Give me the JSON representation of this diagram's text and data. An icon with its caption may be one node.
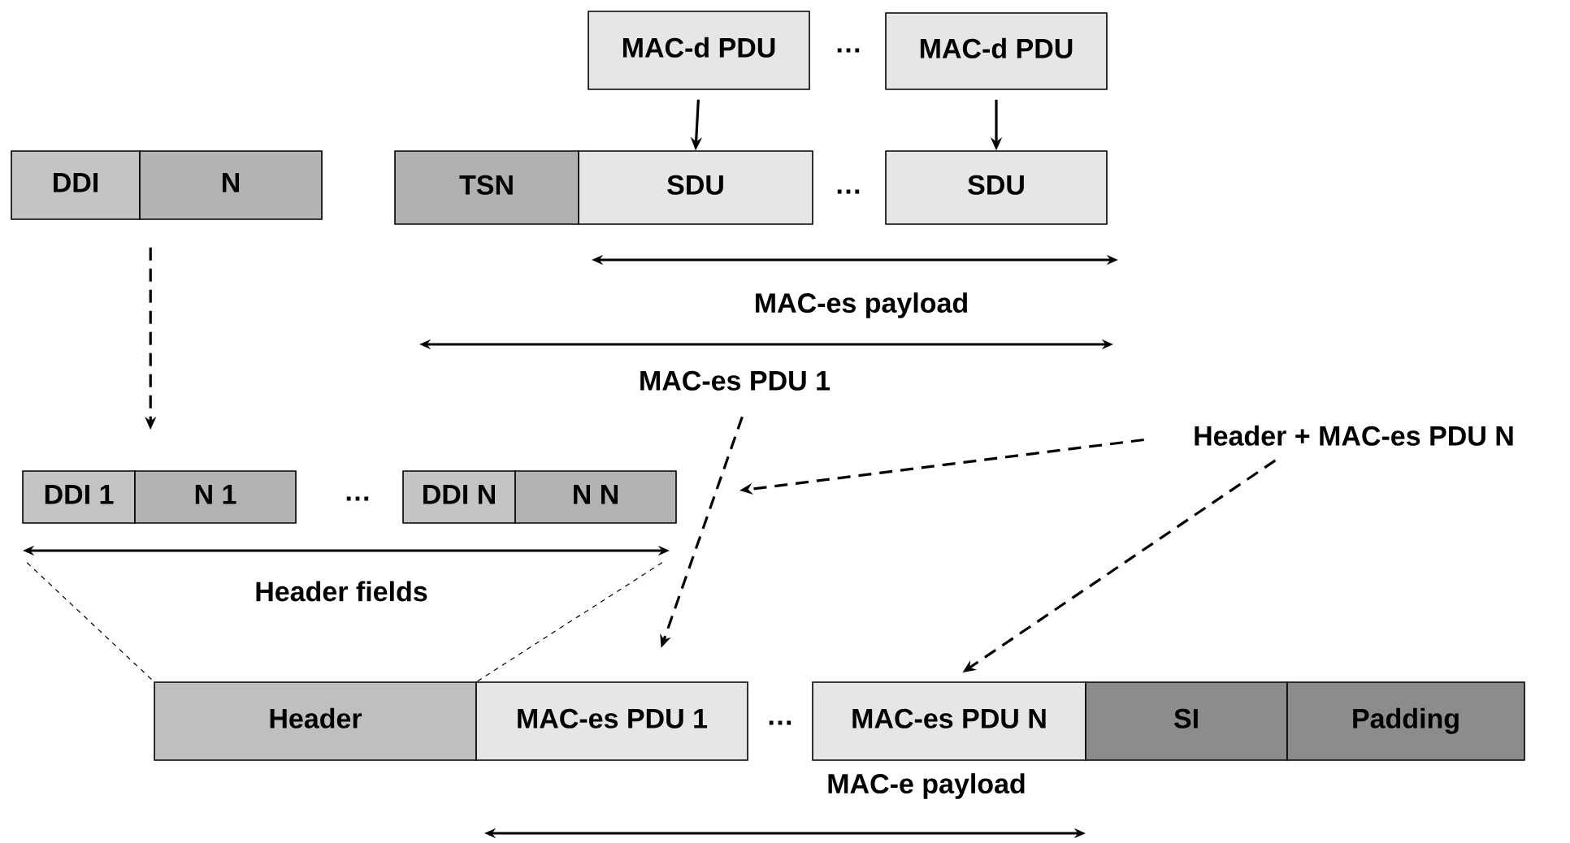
{
  "diagram": {
    "nodes": [
      {
        "text": [
          "MAC-d PDU"
        ]
      },
      {
        "text": [
          "MAC-d PDU"
        ]
      },
      {
        "text": [
          "DDI"
        ]
      },
      {
        "text": [
          "N"
        ]
      },
      {
        "text": [
          "TSN"
        ]
      },
      {
        "text": [
          "SDU"
        ]
      },
      {
        "text": [
          "SDU"
        ]
      },
      {
        "text": [
          "DDI 1"
        ]
      },
      {
        "text": [
          "N 1"
        ]
      },
      {
        "text": [
          "DDI N"
        ]
      },
      {
        "text": [
          "N N"
        ]
      },
      {
        "text": [
          "Header"
        ]
      },
      {
        "text": [
          "MAC-es PDU 1"
        ]
      },
      {
        "text": [
          "MAC-es PDU N"
        ]
      },
      {
        "text": [
          "SI"
        ]
      },
      {
        "text": [
          "Padding"
        ]
      },
      {
        "text": [
          "Header + MAC-es PDU N"
        ]
      },
      {
        "text": [
          "MAC-es PDU 1"
        ]
      }
    ],
    "edges": [
      {
        "from": 0,
        "to": 5,
        "arrow": "to"
      },
      {
        "from": 1,
        "to": 6,
        "arrow": "to"
      },
      {
        "from": 3,
        "to": 8,
        "arrow": "to",
        "style": "dashed"
      },
      {
        "from": 17,
        "to": 12,
        "arrow": "to",
        "style": "dashed"
      },
      {
        "from": 16,
        "to": null,
        "arrow": "to",
        "style": "dashed"
      },
      {
        "from": 16,
        "to": 13,
        "arrow": "to",
        "style": "dashed"
      },
      {
        "from": 7,
        "to": 11,
        "arrow": "none",
        "style": "dashed"
      },
      {
        "from": 10,
        "to": 11,
        "arrow": "none",
        "style": "dashed"
      }
    ],
    "labels": [
      "…",
      "…",
      "MAC-es payload",
      "…",
      "Header fields",
      "…",
      "MAC-e payload"
    ]
  }
}
